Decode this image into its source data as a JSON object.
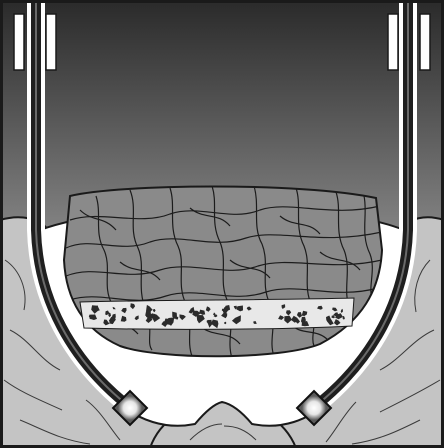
{
  "figure": {
    "labels": [],
    "colors": {
      "frame": "#1a1a1a",
      "sky_top": "#2a2a2a",
      "sky_bottom": "#d6d6d6",
      "ground": "#c4c4c4",
      "void": "#ffffff",
      "pipe": "#1f1f1f",
      "pipe_sleeve": "#ffffff",
      "rock": "#8a8a8a",
      "rock_line": "#1c1c1c",
      "seam": "#e8e8e8",
      "seam_fragments": "#2b2b2b",
      "head_glow": "#ffffff",
      "head_edge": "#111111"
    },
    "parts": {
      "left_well": {
        "icon": "drill-pipe-left"
      },
      "right_well": {
        "icon": "drill-pipe-right"
      },
      "left_head": {
        "icon": "drill-head-left"
      },
      "right_head": {
        "icon": "drill-head-right"
      },
      "rock_block": {
        "icon": "fractured-rock-block"
      },
      "seam": {
        "icon": "fragmented-seam"
      }
    }
  }
}
